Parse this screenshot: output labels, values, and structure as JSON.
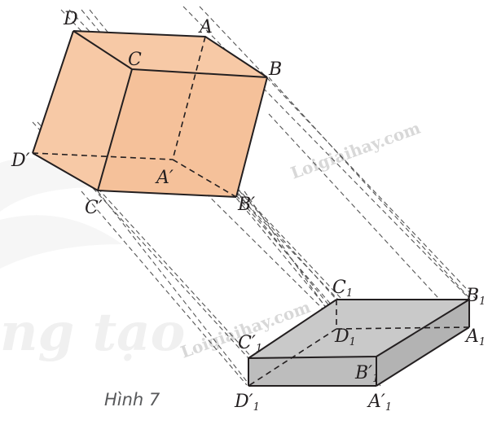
{
  "figure": {
    "caption": "Hình 7",
    "watermark": "Loigiaihay.com",
    "background_text": "ng tạo",
    "colors": {
      "cube_fill": "#f7c9a6",
      "cube_front": "#f4b98f",
      "box_top": "#c9c9c9",
      "box_side": "#bdbdbd",
      "line": "#231f20"
    }
  },
  "labels": {
    "cube": {
      "D": "D",
      "A": "A",
      "C": "C",
      "B": "B",
      "Dp": "D",
      "Ap": "A",
      "Cp": "C",
      "Bp": "B",
      "prime": "′"
    },
    "box": {
      "C1": "C",
      "B1": "B",
      "D1": "D",
      "A1": "A",
      "C1p": "C",
      "D1p": "D",
      "B1p": "B",
      "A1p": "A",
      "one": "1",
      "prime": "′"
    }
  }
}
